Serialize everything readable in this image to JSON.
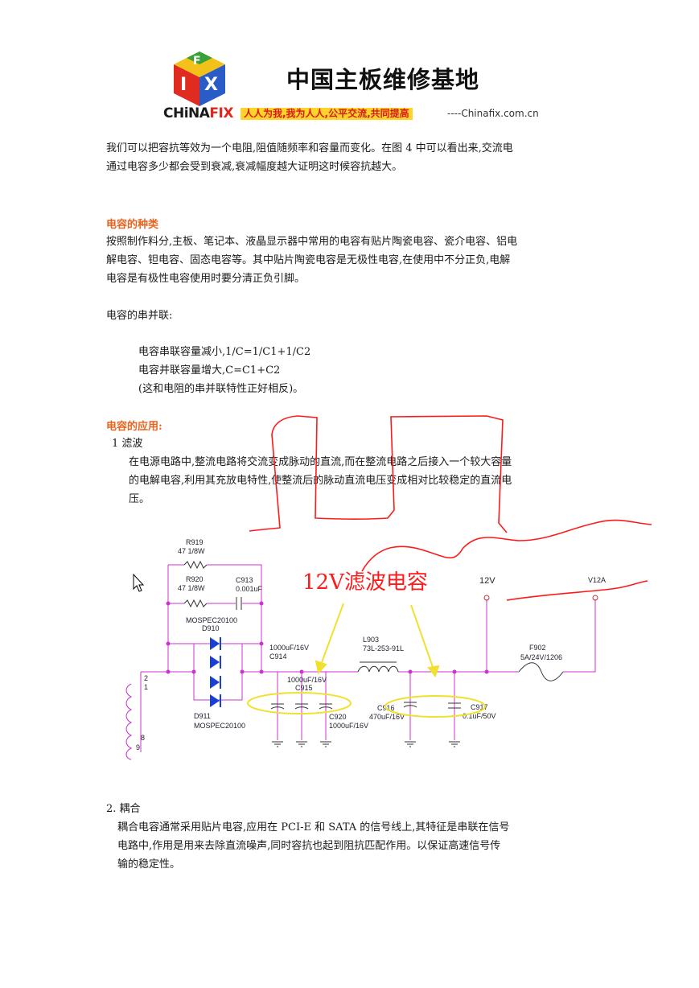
{
  "header": {
    "site_title": "中国主板维修基地",
    "logo_brand_left": "CHiNA",
    "logo_brand_right": "FIX",
    "slogan": "人人为我,我为人人,公平交流,共同提高",
    "site_url": "----Chinafix.com.cn",
    "cube_letters": [
      "F",
      "I",
      "X"
    ]
  },
  "intro": {
    "line1": "我们可以把容抗等效为一个电阻,阻值随频率和容量而变化。在图 4 中可以看出来,交流电",
    "line2": "通过电容多少都会受到衰减,衰减幅度越大证明这时候容抗越大。"
  },
  "types": {
    "heading": "电容的种类",
    "line1": "按照制作料分,主板、笔记本、液晶显示器中常用的电容有贴片陶瓷电容、瓷介电容、铝电",
    "line2": "解电容、钽电容、固态电容等。其中贴片陶瓷电容是无极性电容,在使用中不分正负,电解",
    "line3": "电容是有极性电容使用时要分清正负引脚。"
  },
  "series_parallel": {
    "title": "电容的串并联:",
    "line1": "电容串联容量减小,1/C=1/C1+1/C2",
    "line2": "电容并联容量增大,C=C1+C2",
    "line3": "(这和电阻的串并联特性正好相反)。"
  },
  "applications": {
    "heading": "电容的应用:",
    "item1_title": "1 滤波",
    "item1_line1": "在电源电路中,整流电路将交流变成脉动的直流,而在整流电路之后接入一个较大容量",
    "item1_line2": "的电解电容,利用其充放电特性,使整流后的脉动直流电压变成相对比较稳定的直流电",
    "item1_line3": "压。",
    "item2_title": "2.   耦合",
    "item2_line1": "耦合电容通常采用贴片电容,应用在 PCI-E 和 SATA 的信号线上,其特征是串联在信号",
    "item2_line2": "电路中,作用是用来去除直流噪声,同时容抗也起到阻抗匹配作用。以保证高速信号传",
    "item2_line3": "输的稳定性。"
  },
  "schematic": {
    "annotation": "12V滤波电容",
    "labels": {
      "r919": "R919",
      "r919_val": "47    1/8W",
      "r920": "R920",
      "r920_val": "47    1/8W",
      "c913": "C913",
      "c913_val": "0.001uF",
      "d910_part": "MOSPEC20100",
      "d910": "D910",
      "d911": "D911",
      "d911_part": "MOSPEC20100",
      "c914_val": "1000uF/16V",
      "c914": "C914",
      "c915_val": "1000uF/16V",
      "c915": "C915",
      "c920": "C920",
      "c920_val": "1000uF/16V",
      "l903": "L903",
      "l903_part": "73L-253-91L",
      "c916": "C916",
      "c916_val": "470uF/16V",
      "c917": "C917",
      "c917_val": "0.1uF/50V",
      "v12": "12V",
      "v12a": "V12A",
      "f902": "F902",
      "f902_val": "5A/24V/1206",
      "pin2": "2",
      "pin1": "1",
      "pin8": "8",
      "pin9": "9"
    }
  },
  "colors": {
    "heading": "#e8641e",
    "annotation_red": "#ff1a1a",
    "highlight_yellow": "#f0e030",
    "wire_purple": "#cc33cc",
    "diode_blue": "#1a3fd6"
  }
}
